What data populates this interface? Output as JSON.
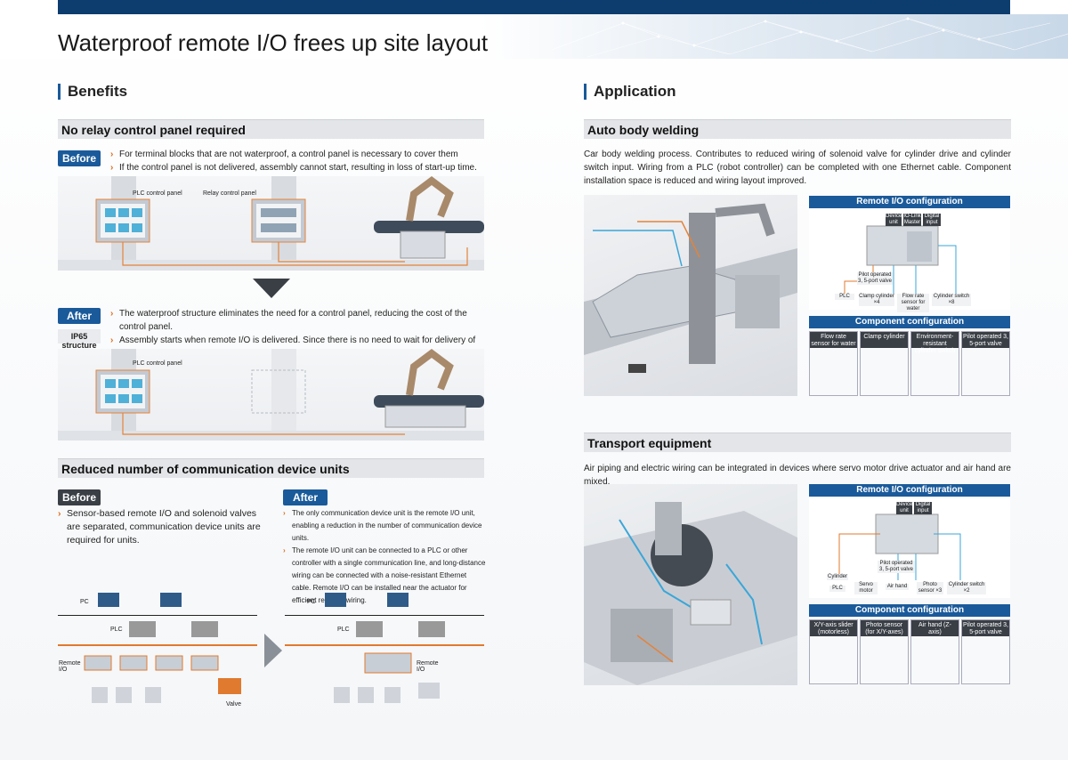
{
  "header": {
    "title": "Waterproof remote I/O frees up site layout"
  },
  "benefits": {
    "heading": "Benefits",
    "sec1": {
      "title": "No relay control panel required",
      "before_tag": "Before",
      "before_bullets": [
        "For terminal blocks that are not waterproof, a control panel is necessary to cover them",
        "If the control panel is not delivered, assembly cannot start, resulting in loss of start-up time."
      ],
      "plc_panel_label": "PLC control panel",
      "relay_panel_label": "Relay control panel",
      "after_tag": "After",
      "ip65_tag": "IP65 structure",
      "after_bullets": [
        "The waterproof structure eliminates the need for a control panel, reducing the cost of the control panel.",
        "Assembly starts when remote I/O is delivered. Since there is no need to wait for delivery of the control panel, it contributes to shortening the start-up time of equipment."
      ],
      "after_plc_panel_label": "PLC control panel"
    },
    "sec2": {
      "title": "Reduced number of communication device units",
      "before_tag": "Before",
      "before_bullet": "Sensor-based remote I/O and solenoid valves are separated, communication device units are required for units.",
      "after_tag": "After",
      "after_bullets": [
        "The only communication device unit is the remote I/O unit, enabling a reduction in the number of communication device units.",
        "The remote I/O unit can be connected to a PLC or other controller with a single communication line, and long-distance wiring can be connected with a noise-resistant Ethernet cable. Remote I/O can be installed near the actuator for efficient reduced wiring."
      ],
      "diagram_before": {
        "pc": "PC",
        "plc": "PLC",
        "remote_io": "Remote\nI/O",
        "valve": "Valve"
      },
      "diagram_after": {
        "pc": "PC",
        "plc": "PLC",
        "remote_io": "Remote\nI/O"
      }
    }
  },
  "application": {
    "heading": "Application",
    "auto": {
      "title": "Auto body welding",
      "desc": "Car body welding process. Contributes to reduced wiring of solenoid valve for cylinder drive and cylinder switch input. Wiring from a PLC (robot controller) can be completed with one Ethernet cable. Component installation space is reduced and wiring layout improved.",
      "remote_cfg": "Remote I/O configuration",
      "cfg_labels": {
        "device": "Device unit",
        "iolink": "IO-Link Master",
        "digital": "Digital input",
        "pilot": "Pilot operated 3, 5-port valve",
        "plc": "PLC",
        "clamp": "Clamp cylinder ×4",
        "flow": "Flow rate sensor for water",
        "cyl_sw": "Cylinder switch ×8"
      },
      "component_cfg": "Component configuration",
      "components": [
        "Flow rate sensor for water",
        "Clamp cylinder",
        "Environment-resistant cylinder switch",
        "Pilot operated 3, 5-port valve"
      ]
    },
    "transport": {
      "title": "Transport equipment",
      "desc": "Air piping and electric wiring can be integrated in devices where servo motor drive actuator and air hand are mixed.",
      "remote_cfg": "Remote I/O configuration",
      "cfg_labels": {
        "device": "Device unit",
        "digital": "Digital input",
        "pilot": "Pilot operated 3, 5-port valve",
        "cylinder": "Cylinder",
        "plc": "PLC",
        "servo": "Servo motor",
        "airhand": "Air hand",
        "photo": "Photo sensor ×3",
        "cyl_sw": "Cylinder switch ×2"
      },
      "component_cfg": "Component configuration",
      "components": [
        "X/Y-axis slider (motorless)",
        "Photo sensor (for X/Y-axes)",
        "Air hand (Z-axis)",
        "Pilot operated 3, 5-port valve"
      ]
    }
  },
  "colors": {
    "navy": "#0d3d6e",
    "accent": "#1a5a9a",
    "orange": "#e07a2e",
    "cyan": "#3aa6d8",
    "bar": "#e3e5e8"
  }
}
